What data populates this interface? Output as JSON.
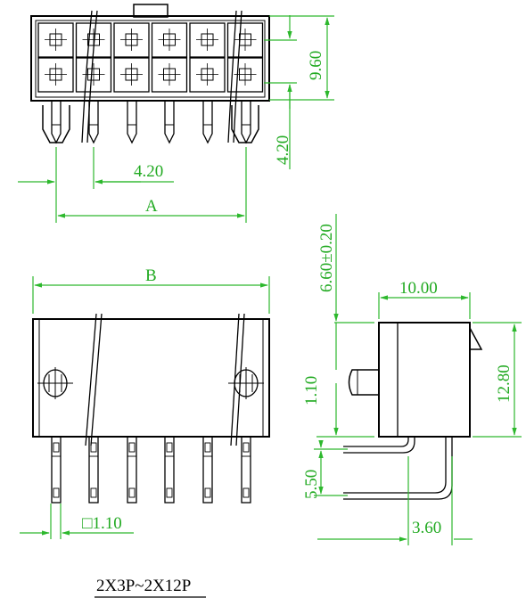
{
  "title": "2X3P~2X12P",
  "dimensions": {
    "height_top": "9.60",
    "pin_row_offset": "4.20",
    "pitch": "4.20",
    "a": "A",
    "b": "B",
    "side_tab_height": "6.60±0.20",
    "side_depth": "10.00",
    "side_height": "12.80",
    "peg_offset": "1.10",
    "pin_spacing": "5.50",
    "pin_square": "□1.10",
    "tail_length": "3.60"
  },
  "colors": {
    "outline": "#000000",
    "dimension": "#2db82d"
  }
}
